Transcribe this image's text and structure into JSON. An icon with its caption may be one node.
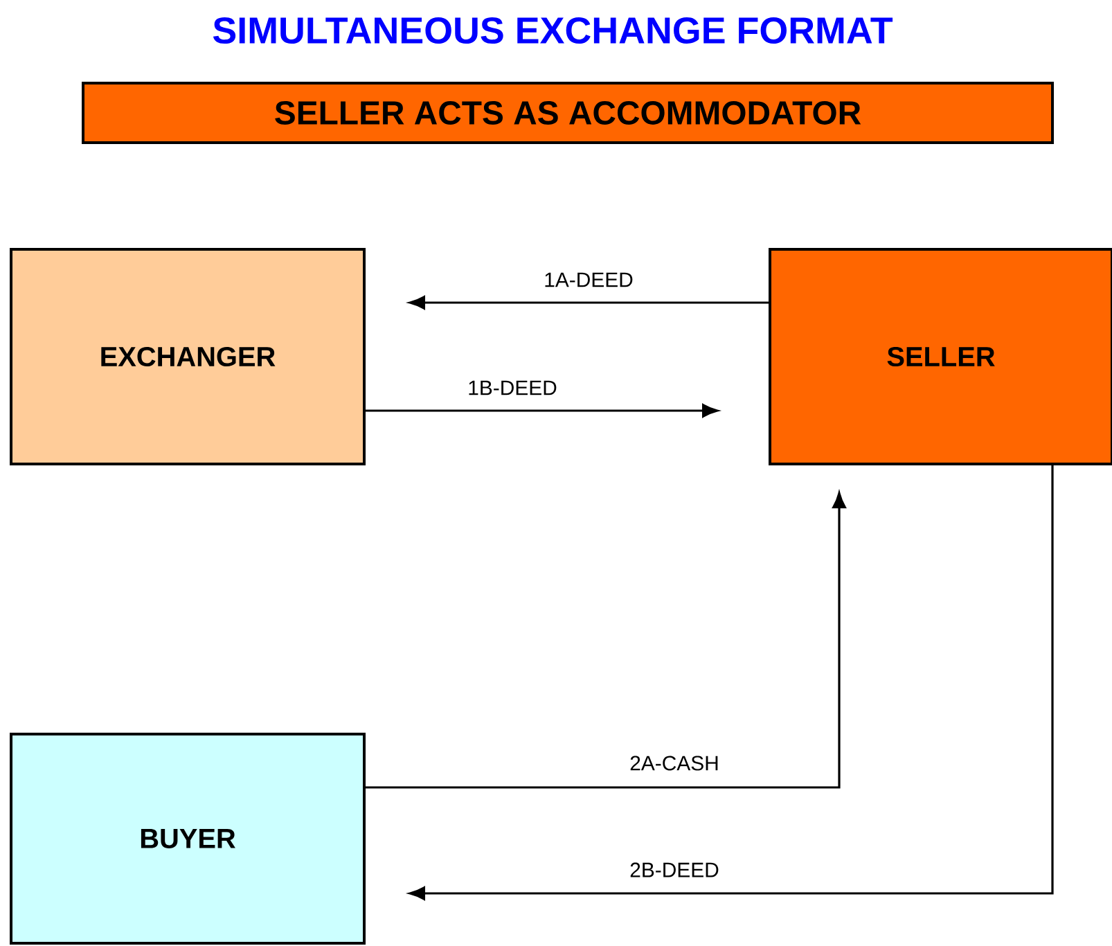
{
  "diagram": {
    "title": "SIMULTANEOUS EXCHANGE FORMAT",
    "nodes": [
      {
        "text": [
          "SELLER ACTS AS ACCOMMODATOR"
        ]
      },
      {
        "text": [
          "EXCHANGER"
        ]
      },
      {
        "text": [
          "SELLER"
        ]
      },
      {
        "text": [
          "BUYER"
        ]
      }
    ],
    "edges": [
      {
        "from": 2,
        "to": 1,
        "arrow": "to",
        "label": "1A-DEED"
      },
      {
        "from": 1,
        "to": 2,
        "arrow": "to",
        "label": "1B-DEED"
      },
      {
        "from": 3,
        "to": 2,
        "arrow": "to",
        "label": "2A-CASH"
      },
      {
        "from": 2,
        "to": 3,
        "arrow": "to",
        "label": "2B-DEED"
      }
    ]
  }
}
